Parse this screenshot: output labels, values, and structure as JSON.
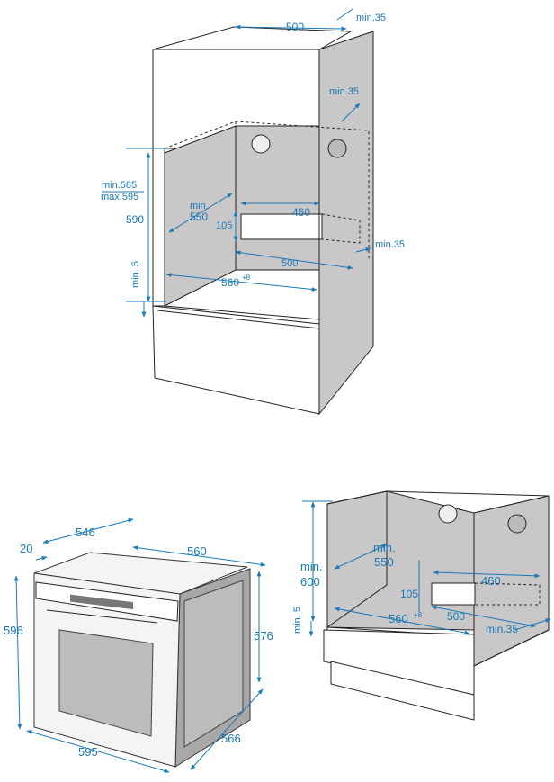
{
  "diagram_top": {
    "width_top": "500",
    "gap_top": "min.35",
    "gap_right": "min.35",
    "height_range_min": "min.585",
    "height_range_max": "max.595",
    "height_590": "590",
    "depth_min_1": "min.",
    "depth_min_2": "550",
    "vent_width": "460",
    "vent_height": "105",
    "vent_depth": "500",
    "gap_lower": "min.35",
    "bottom_gap": "min. 5",
    "width_560": "560",
    "width_560_sup": "+8"
  },
  "diagram_oven": {
    "depth_546": "546",
    "front_20": "20",
    "width_560": "560",
    "height_576": "576",
    "height_596": "596",
    "width_595": "595",
    "depth_566": "566"
  },
  "diagram_cabinet": {
    "depth_min_1": "min.",
    "depth_min_2": "550",
    "height_min_1": "min.",
    "height_min_2": "600",
    "vent_width": "460",
    "vent_height": "105",
    "bottom_gap": "min. 5",
    "width_560": "560",
    "width_560_sup": "+8",
    "vent_depth": "500",
    "gap_right": "min.35"
  }
}
